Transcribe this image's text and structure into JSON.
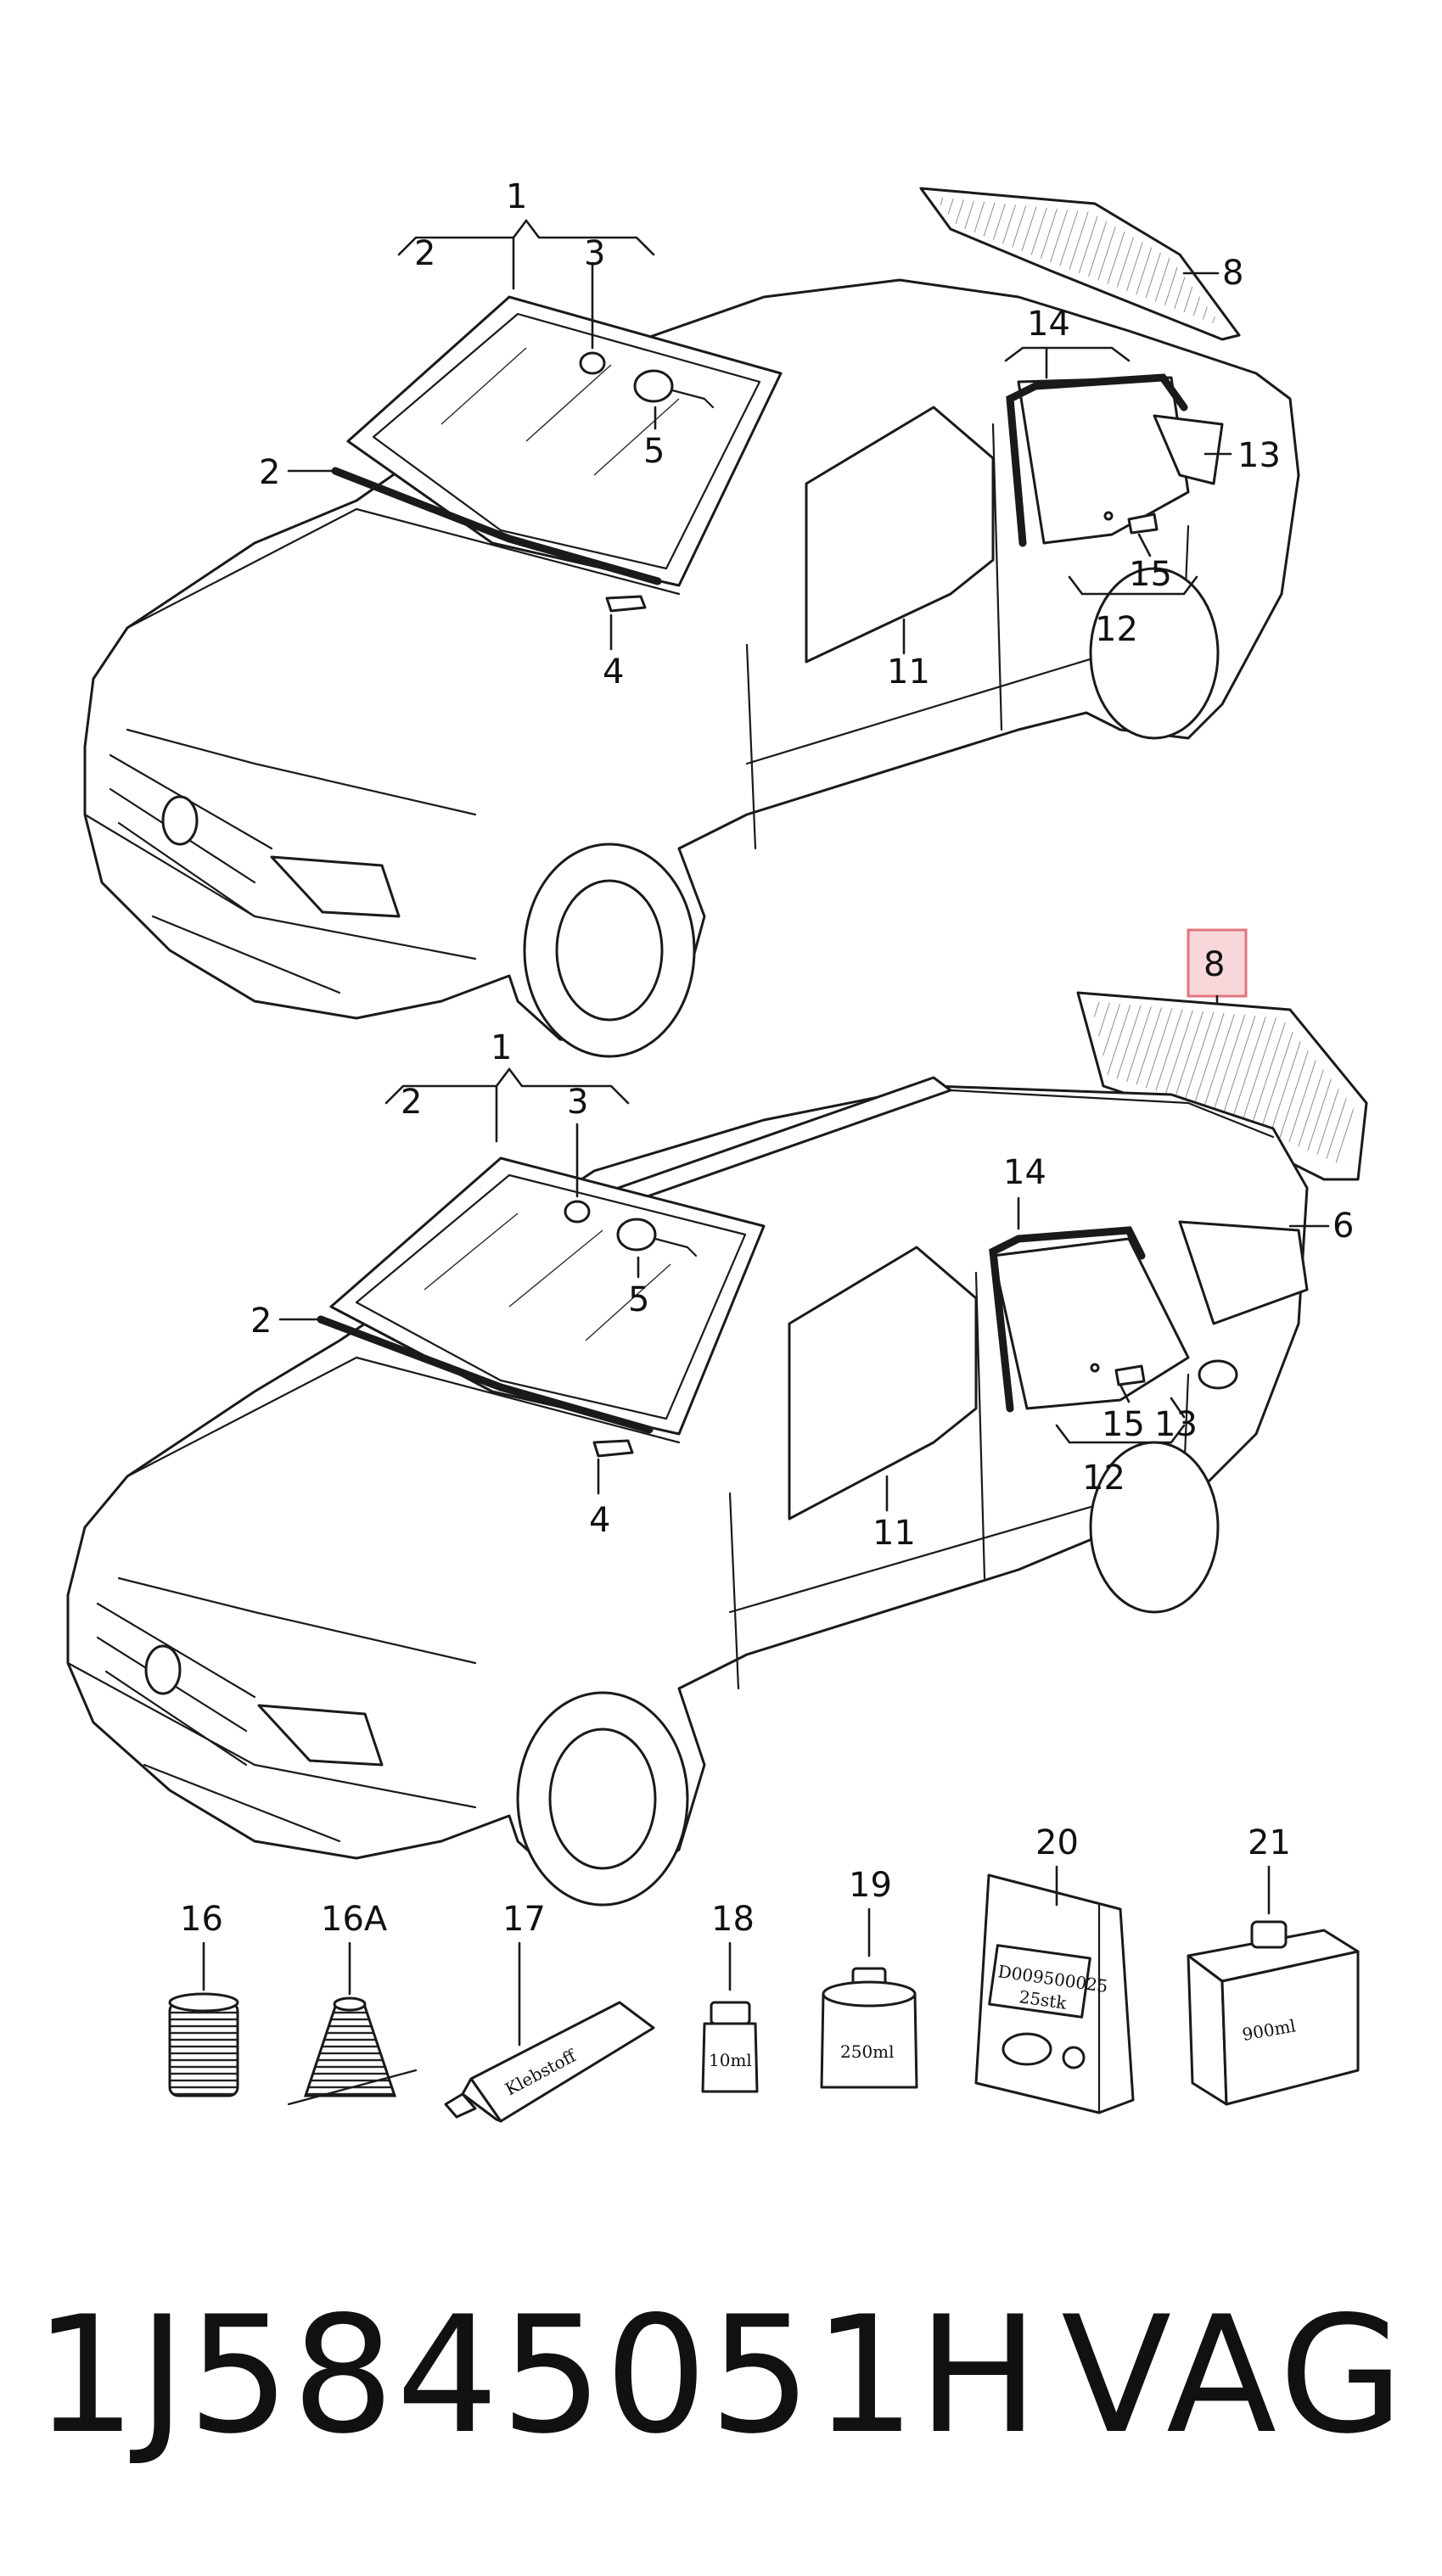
{
  "sedan": {
    "callouts": {
      "c1": "1",
      "c2a": "2",
      "c3": "3",
      "c2b": "2",
      "c5": "5",
      "c4": "4",
      "c8": "8",
      "c14": "14",
      "c13": "13",
      "c15": "15",
      "c12": "12",
      "c11": "11"
    }
  },
  "wagon": {
    "callouts": {
      "c8": "8",
      "c1": "1",
      "c2a": "2",
      "c3": "3",
      "c14": "14",
      "c6": "6",
      "c2b": "2",
      "c5": "5",
      "c4": "4",
      "c15": "15",
      "c13": "13",
      "c12": "12",
      "c11": "11"
    }
  },
  "accessories": {
    "c16": "16",
    "c16a": "16A",
    "c17": "17",
    "c18": "18",
    "c19": "19",
    "c20": "20",
    "c21": "21",
    "tube_label": "Klebstoff",
    "bottle_10ml": "10ml",
    "can_250ml": "250ml",
    "bag_code": "D009500025",
    "bag_qty": "25stk",
    "box_900ml": "900ml"
  },
  "footer": {
    "part_number": "1J5845051H",
    "brand": "VAG"
  },
  "colors": {
    "highlight_fill": "#f8d7da",
    "highlight_stroke": "#e2747e"
  }
}
